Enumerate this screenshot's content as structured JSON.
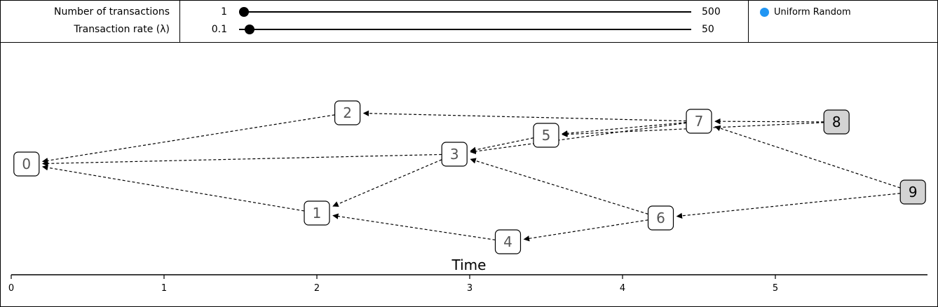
{
  "controls": {
    "transactions": {
      "label": "Number of transactions",
      "min": "1",
      "max": "500",
      "value": 1
    },
    "rate": {
      "label": "Transaction rate (λ)",
      "min": "0.1",
      "max": "50",
      "value": 0.1
    }
  },
  "legend": {
    "label": "Uniform Random",
    "color": "#2196f3"
  },
  "graph": {
    "axis_label": "Time",
    "ticks": [
      "0",
      "1",
      "2",
      "3",
      "4",
      "5"
    ],
    "nodes": [
      {
        "id": "0",
        "t": 0.1,
        "tip": false
      },
      {
        "id": "1",
        "t": 2.0,
        "tip": false
      },
      {
        "id": "2",
        "t": 2.2,
        "tip": false
      },
      {
        "id": "3",
        "t": 2.9,
        "tip": false
      },
      {
        "id": "4",
        "t": 3.25,
        "tip": false
      },
      {
        "id": "5",
        "t": 3.5,
        "tip": false
      },
      {
        "id": "6",
        "t": 4.25,
        "tip": false
      },
      {
        "id": "7",
        "t": 4.5,
        "tip": false
      },
      {
        "id": "8",
        "t": 5.4,
        "tip": true
      },
      {
        "id": "9",
        "t": 5.9,
        "tip": true
      }
    ],
    "edges": [
      [
        "1",
        "0"
      ],
      [
        "2",
        "0"
      ],
      [
        "3",
        "0"
      ],
      [
        "3",
        "1"
      ],
      [
        "4",
        "1"
      ],
      [
        "5",
        "3"
      ],
      [
        "6",
        "3"
      ],
      [
        "6",
        "4"
      ],
      [
        "7",
        "2"
      ],
      [
        "7",
        "3"
      ],
      [
        "7",
        "5"
      ],
      [
        "8",
        "7"
      ],
      [
        "8",
        "5"
      ],
      [
        "9",
        "6"
      ],
      [
        "9",
        "7"
      ]
    ]
  }
}
